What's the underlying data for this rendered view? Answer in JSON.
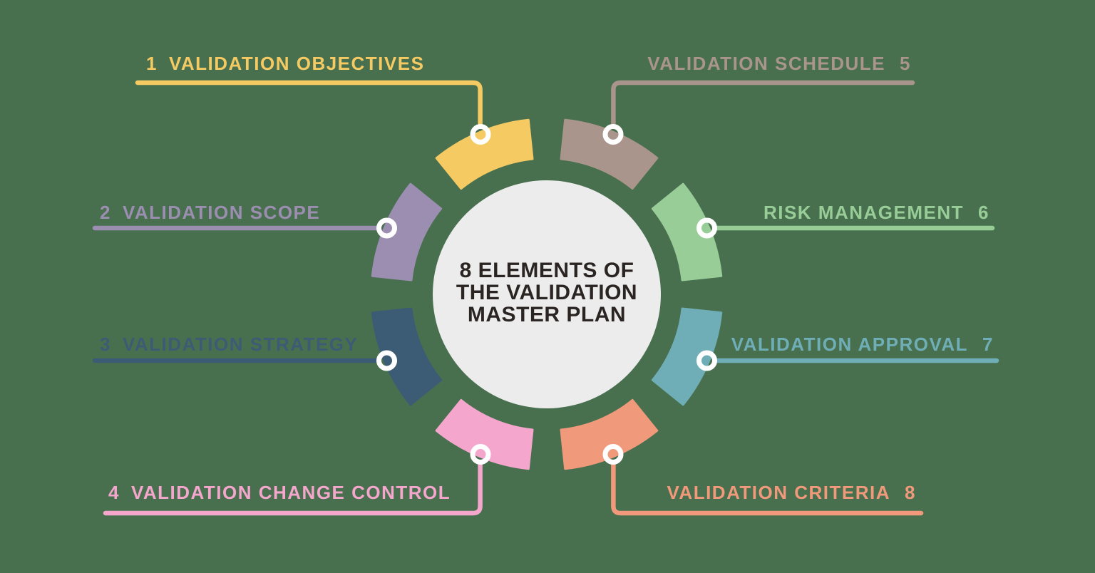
{
  "title": "8 Elements of the Validation Master Plan",
  "background_color": "#48704F",
  "center": {
    "line1": "8 ELEMENTS OF",
    "line2": "THE VALIDATION",
    "line3": "MASTER PLAN",
    "circle_color": "#EDECEC",
    "text_color": "#2A2522"
  },
  "connector_ring_color": "#FFFFFF",
  "elements": [
    {
      "number": "1",
      "label": "VALIDATION OBJECTIVES",
      "color": "#F5CA63",
      "position": "top-left"
    },
    {
      "number": "2",
      "label": "VALIDATION SCOPE",
      "color": "#9C8EB1",
      "position": "upper-left"
    },
    {
      "number": "3",
      "label": "VALIDATION STRATEGY",
      "color": "#3C5C75",
      "position": "lower-left"
    },
    {
      "number": "4",
      "label": "VALIDATION CHANGE CONTROL",
      "color": "#F5A6CC",
      "position": "bottom-left"
    },
    {
      "number": "5",
      "label": "VALIDATION SCHEDULE",
      "color": "#A9958B",
      "position": "top-right"
    },
    {
      "number": "6",
      "label": "RISK MANAGEMENT",
      "color": "#99CD98",
      "position": "upper-right"
    },
    {
      "number": "7",
      "label": "VALIDATION APPROVAL",
      "color": "#6FAEB6",
      "position": "lower-right"
    },
    {
      "number": "8",
      "label": "VALIDATION CRITERIA",
      "color": "#F09A7B",
      "position": "bottom-right"
    }
  ]
}
